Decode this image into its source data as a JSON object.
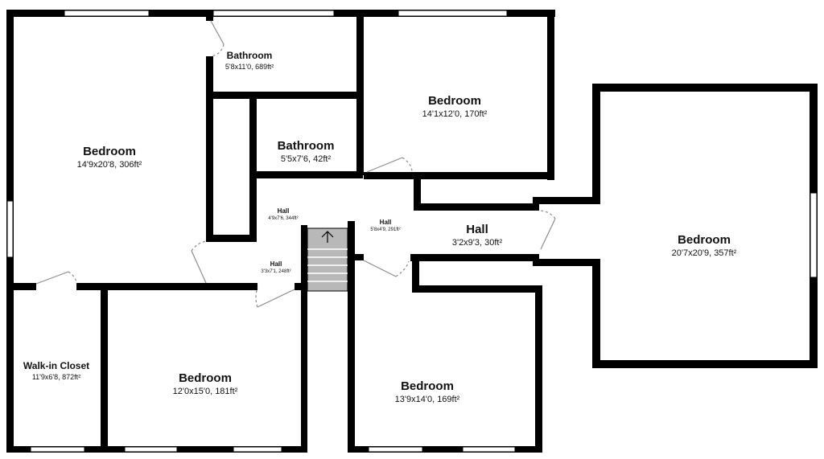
{
  "rooms": [
    {
      "name": "Bedroom",
      "dims": "14'9x20'8, 306ft²"
    },
    {
      "name": "Bathroom",
      "dims": "5'8x11'0, 689ft²"
    },
    {
      "name": "Bedroom",
      "dims": "14'1x12'0, 170ft²"
    },
    {
      "name": "Bathroom",
      "dims": "5'5x7'6, 42ft²"
    },
    {
      "name": "Hall",
      "dims": "4'9x7'6, 344ft²"
    },
    {
      "name": "Hall",
      "dims": "5'8x4'9, 291ft²"
    },
    {
      "name": "Hall",
      "dims": "3'2x9'3, 30ft²"
    },
    {
      "name": "Bedroom",
      "dims": "20'7x20'9, 357ft²"
    },
    {
      "name": "Hall",
      "dims": "3'3x7'1, 248ft²"
    },
    {
      "name": "Walk-in Closet",
      "dims": "11'9x6'8, 872ft²"
    },
    {
      "name": "Bedroom",
      "dims": "12'0x15'0, 181ft²"
    },
    {
      "name": "Bedroom",
      "dims": "13'9x14'0, 169ft²"
    }
  ],
  "colors": {
    "wall": "#000000",
    "stairs": "#b8b8b8",
    "door": "#8c8c8c"
  }
}
